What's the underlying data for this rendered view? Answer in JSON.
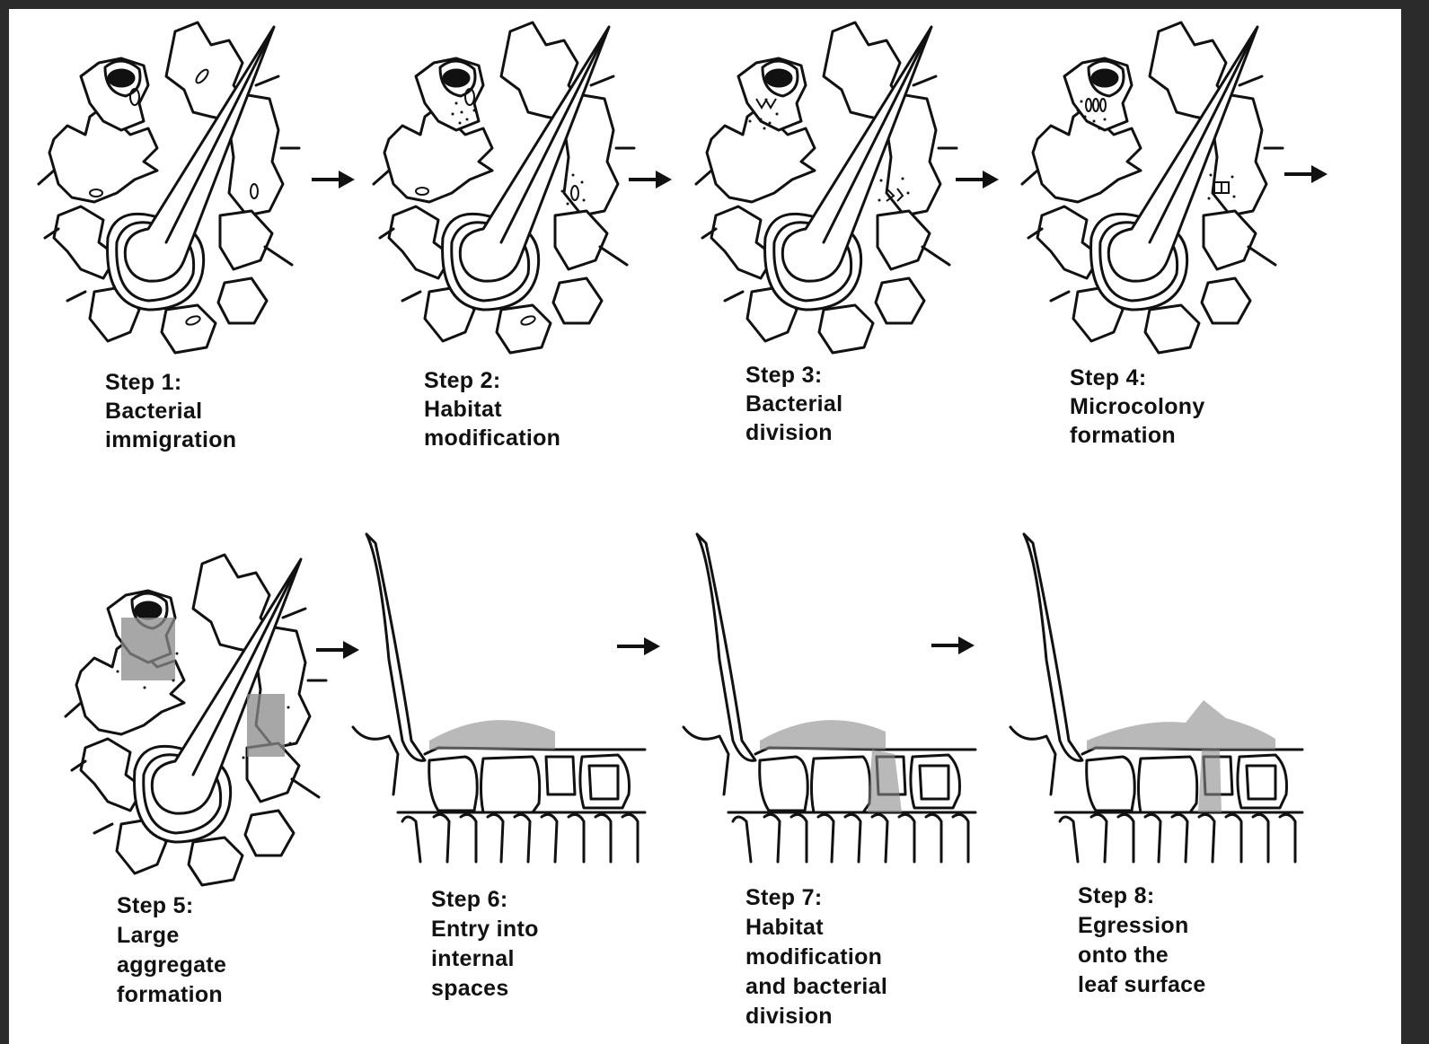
{
  "colors": {
    "ink": "#111111",
    "background": "#ffffff",
    "frame": "#2b2b2b",
    "bacteria_shade": "#8a8a8a"
  },
  "steps": [
    {
      "number": "Step 1:",
      "lines": [
        "Bacterial",
        "immigration"
      ],
      "view": "surface"
    },
    {
      "number": "Step 2:",
      "lines": [
        "Habitat",
        "modification"
      ],
      "view": "surface"
    },
    {
      "number": "Step 3:",
      "lines": [
        "Bacterial",
        "division"
      ],
      "view": "surface"
    },
    {
      "number": "Step 4:",
      "lines": [
        "Microcolony",
        "formation"
      ],
      "view": "surface"
    },
    {
      "number": "Step 5:",
      "lines": [
        "Large",
        "aggregate",
        "formation"
      ],
      "view": "surface"
    },
    {
      "number": "Step 6:",
      "lines": [
        "Entry into",
        "internal",
        "spaces"
      ],
      "view": "cross-section"
    },
    {
      "number": "Step 7:",
      "lines": [
        "Habitat",
        "modification",
        "and bacterial",
        "division"
      ],
      "view": "cross-section"
    },
    {
      "number": "Step 8:",
      "lines": [
        "Egression",
        "onto the",
        "leaf surface"
      ],
      "view": "cross-section"
    }
  ],
  "arrow_icon": "right-arrow-icon"
}
